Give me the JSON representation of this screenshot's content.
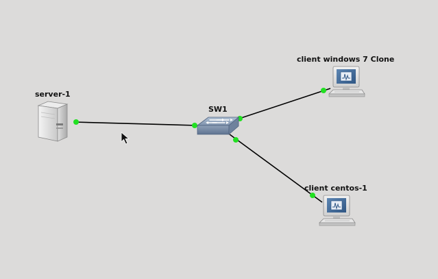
{
  "topology": {
    "nodes": [
      {
        "id": "server-1",
        "label": "server-1",
        "type": "server",
        "icon": "server-icon"
      },
      {
        "id": "sw1",
        "label": "SW1",
        "type": "switch",
        "icon": "switch-icon"
      },
      {
        "id": "client-win7",
        "label": "client windows 7 Clone",
        "type": "workstation",
        "icon": "computer-icon"
      },
      {
        "id": "client-centos",
        "label": "client centos-1",
        "type": "workstation",
        "icon": "computer-icon"
      }
    ],
    "links": [
      {
        "from": "server-1",
        "to": "sw1"
      },
      {
        "from": "sw1",
        "to": "client-win7"
      },
      {
        "from": "sw1",
        "to": "client-centos"
      }
    ],
    "colors": {
      "background": "#dcdbda",
      "link": "#000000",
      "port_up": "#22e022"
    }
  }
}
